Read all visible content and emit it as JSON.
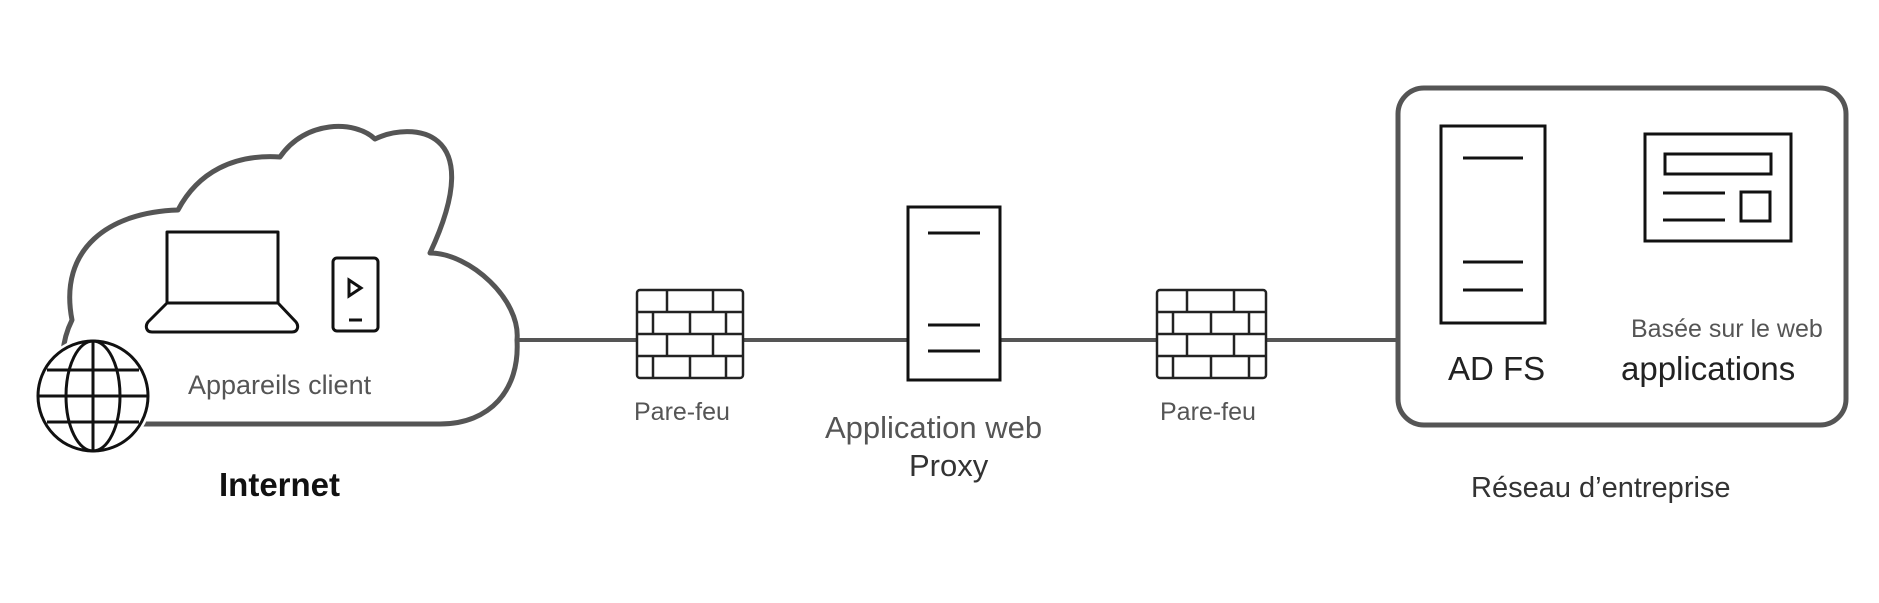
{
  "labels": {
    "client_devices": "Appareils client",
    "internet": "Internet",
    "firewall_left": "Pare-feu",
    "proxy_line1": "Application web",
    "proxy_line2": "Proxy",
    "firewall_right": "Pare-feu",
    "web_apps_line1": "Basée sur le web",
    "web_apps_line2": "applications",
    "adfs": "AD FS",
    "corporate_network": "Réseau d’entreprise"
  }
}
